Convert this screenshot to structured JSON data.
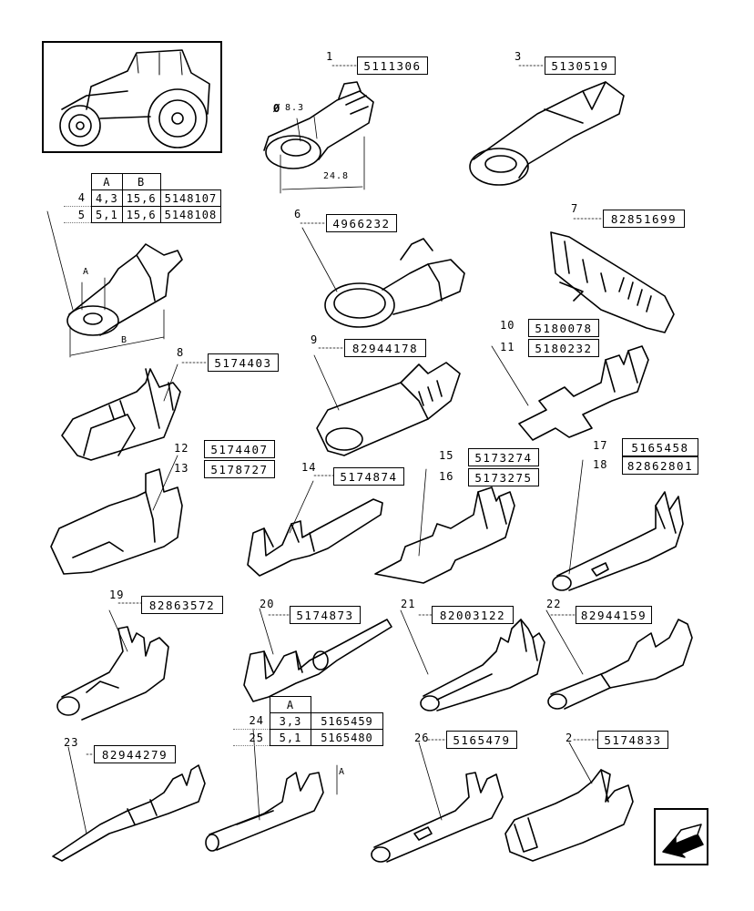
{
  "callouts": [
    {
      "id": "1",
      "part": "5111306"
    },
    {
      "id": "3",
      "part": "5130519"
    },
    {
      "id": "6",
      "part": "4966232"
    },
    {
      "id": "7",
      "part": "82851699"
    },
    {
      "id": "8",
      "part": "5174403"
    },
    {
      "id": "9",
      "part": "82944178"
    },
    {
      "id": "10",
      "part": "5180078"
    },
    {
      "id": "11",
      "part": "5180232"
    },
    {
      "id": "12",
      "part": "5174407"
    },
    {
      "id": "13",
      "part": "5178727"
    },
    {
      "id": "14",
      "part": "5174874"
    },
    {
      "id": "15",
      "part": "5173274"
    },
    {
      "id": "16",
      "part": "5173275"
    },
    {
      "id": "17",
      "part": "5165458"
    },
    {
      "id": "18",
      "part": "82862801"
    },
    {
      "id": "19",
      "part": "82863572"
    },
    {
      "id": "20",
      "part": "5174873"
    },
    {
      "id": "21",
      "part": "82003122"
    },
    {
      "id": "22",
      "part": "82944159"
    },
    {
      "id": "23",
      "part": "82944279"
    },
    {
      "id": "26",
      "part": "5165479"
    },
    {
      "id": "2",
      "part": "5174833"
    }
  ],
  "table_45": {
    "headers": [
      "A",
      "B"
    ],
    "rows": [
      {
        "id": "4",
        "a": "4,3",
        "b": "15,6",
        "part": "5148107"
      },
      {
        "id": "5",
        "a": "5,1",
        "b": "15,6",
        "part": "5148108"
      }
    ]
  },
  "table_2425": {
    "headers": [
      "A"
    ],
    "rows": [
      {
        "id": "24",
        "a": "3,3",
        "part": "5165459"
      },
      {
        "id": "25",
        "a": "5,1",
        "part": "5165480"
      }
    ]
  },
  "dimensions": {
    "diameter": "Ø",
    "diameter_value": "8.3",
    "length": "24.8",
    "label_a": "A",
    "label_b": "B",
    "label_a2": "A"
  },
  "nav": {
    "icon": "arrow-left-icon"
  }
}
